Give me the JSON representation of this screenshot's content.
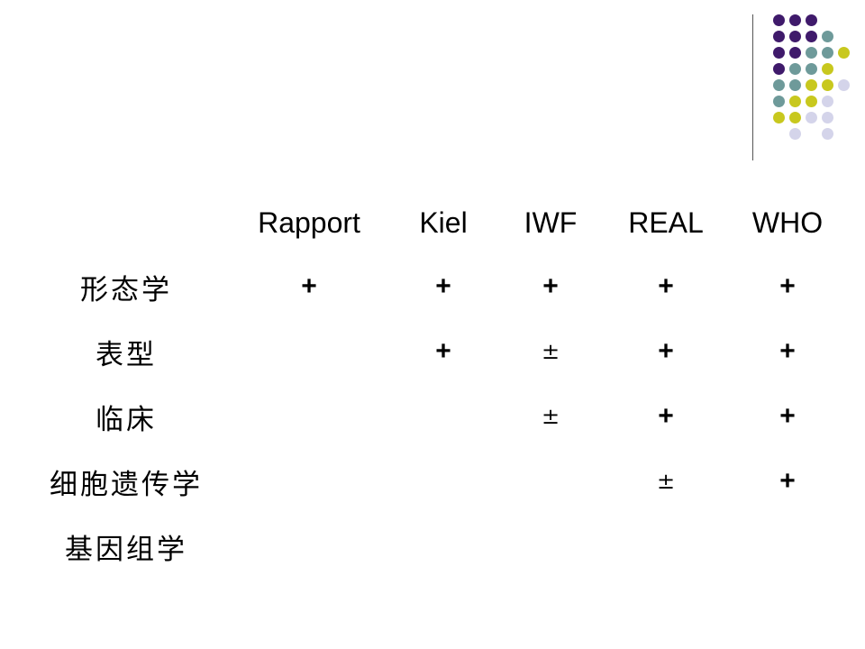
{
  "decoration": {
    "dot_colors": {
      "purple": "#3f1a6b",
      "teal": "#6e9a9a",
      "olive": "#c8c81e",
      "lavender": "#d4d4ea"
    },
    "dot_rows": [
      [
        "purple",
        "purple",
        "purple",
        null,
        null
      ],
      [
        "purple",
        "purple",
        "purple",
        "teal",
        null
      ],
      [
        "purple",
        "purple",
        "teal",
        "teal",
        "olive"
      ],
      [
        "purple",
        "teal",
        "teal",
        "olive",
        null
      ],
      [
        "teal",
        "teal",
        "olive",
        "olive",
        "lavender"
      ],
      [
        "teal",
        "olive",
        "olive",
        "lavender",
        null
      ],
      [
        "olive",
        "olive",
        "lavender",
        "lavender",
        null
      ],
      [
        null,
        "lavender",
        null,
        "lavender",
        null
      ]
    ]
  },
  "table": {
    "columns": [
      "Rapport",
      "Kiel",
      "IWF",
      "REAL",
      "WHO"
    ],
    "rows": [
      {
        "label": "形态学",
        "cells": [
          "+",
          "+",
          "+",
          "+",
          "+"
        ]
      },
      {
        "label": "表型",
        "cells": [
          "",
          "+",
          "±",
          "+",
          "+"
        ]
      },
      {
        "label": "临床",
        "cells": [
          "",
          "",
          "±",
          "+",
          "+"
        ]
      },
      {
        "label": "细胞遗传学",
        "cells": [
          "",
          "",
          "",
          "±",
          "+"
        ]
      },
      {
        "label": "基因组学",
        "cells": [
          "",
          "",
          "",
          "",
          ""
        ]
      }
    ]
  }
}
